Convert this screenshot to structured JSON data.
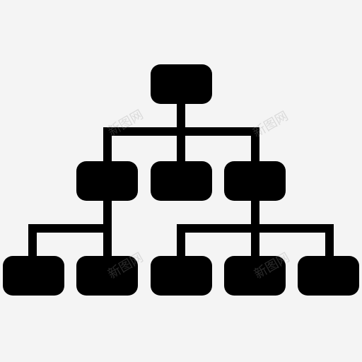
{
  "icon": {
    "name": "hierarchy-icon",
    "color": "#000000",
    "background": "#f4f4f4",
    "levels": [
      1,
      3,
      5
    ]
  },
  "watermark": {
    "text": "新图网",
    "color": "#969696"
  }
}
